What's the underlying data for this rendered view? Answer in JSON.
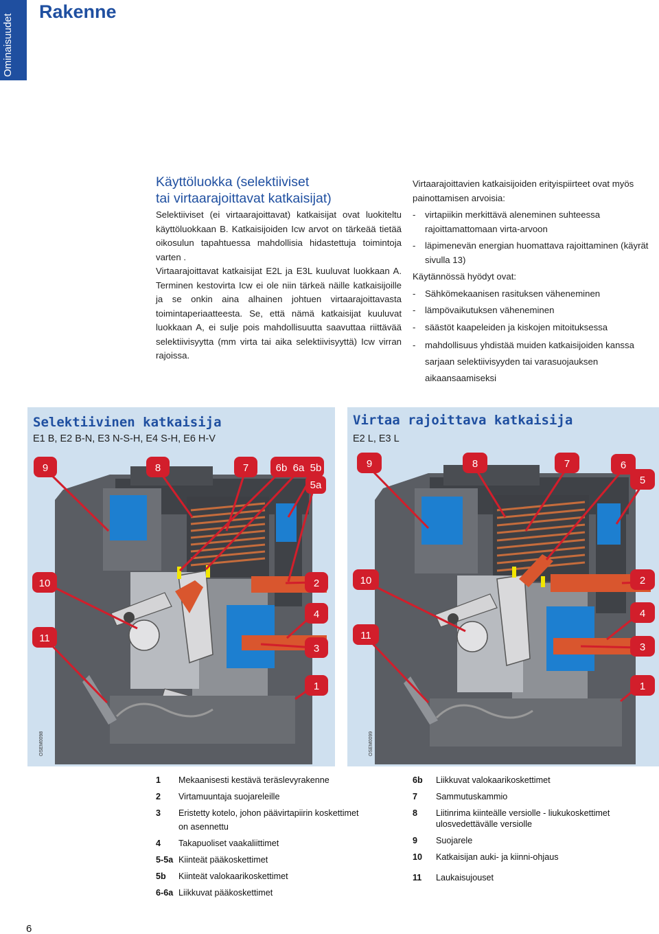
{
  "side_tab": "Ominaisuudet",
  "page_title": "Rakenne",
  "left_col": {
    "heading": [
      "Käyttöluokka (selektiiviset",
      "tai virtaarajoittavat katkaisijat)"
    ],
    "p1": "Selektiiviset (ei virtaarajoittavat) katkaisijat ovat luokiteltu käyttöluokkaan B. Katkaisijoiden Icw arvot on tärkeää tietää oikosulun tapahtuessa mahdollisia hidastettuja toimintoja varten .",
    "p2": "Virtaarajoittavat katkaisijat E2L ja E3L kuuluvat luokkaan A. Terminen kestovirta Icw ei ole niin tärkeä näille katkaisijoille ja se onkin aina alhainen johtuen virtaarajoittavasta toimintaperiaatteesta. Se, että nämä katkaisijat kuuluvat luokkaan A, ei sulje pois mahdollisuutta saavuttaa riittävää selektiivisyytta (mm virta tai aika selektiivisyyttä) Icw virran rajoissa."
  },
  "right_col": {
    "intro": "Virtaarajoittavien katkaisijoiden erityispiirteet ovat myös painottamisen arvoisia:",
    "list1": [
      "virtapiikin merkittävä aleneminen suhteessa rajoittamattomaan virta-arvoon",
      "läpimenevän energian huomattava rajoittaminen (käyrät sivulla 13)"
    ],
    "mid": "Käytännössä hyödyt ovat:",
    "list2": [
      "Sähkömekaanisen rasituksen väheneminen",
      "lämpövaikutuksen väheneminen",
      "säästöt kaapeleiden ja kiskojen mitoituksessa",
      "mahdollisuus yhdistää muiden katkaisijoiden kanssa sarjaan selektiivisyyden tai varasuojauksen aikaansaamiseksi"
    ]
  },
  "panel_left": {
    "title": "Selektiivinen katkaisija",
    "subtitle": "E1 B, E2 B-N, E3 N-S-H, E4 S-H, E6 H-V",
    "code": "OSEM0098",
    "labels": [
      "9",
      "8",
      "7",
      "6b",
      "6a",
      "5b",
      "5a",
      "10",
      "11",
      "2",
      "4",
      "3",
      "1"
    ]
  },
  "panel_right": {
    "title": "Virtaa rajoittava katkaisija",
    "subtitle": "E2 L, E3 L",
    "code": "OSEM0099",
    "labels": [
      "9",
      "8",
      "7",
      "6",
      "5",
      "10",
      "11",
      "2",
      "4",
      "3",
      "1"
    ]
  },
  "legend_left": [
    {
      "k": "1",
      "v": "Mekaanisesti kestävä teräslevyrakenne"
    },
    {
      "k": "2",
      "v": "Virtamuuntaja suojareleille"
    },
    {
      "k": "3",
      "v": "Eristetty kotelo, johon päävirtapiirin koskettimet",
      "cont": "on asennettu"
    },
    {
      "k": "4",
      "v": "Takapuoliset vaakaliittimet"
    },
    {
      "k": "5-5a",
      "v": "Kiinteät pääkoskettimet"
    },
    {
      "k": "5b",
      "v": "Kiinteät valokaarikoskettimet"
    },
    {
      "k": "6-6a",
      "v": "Liikkuvat pääkoskettimet"
    }
  ],
  "legend_right": [
    {
      "k": "6b",
      "v": "Liikkuvat valokaarikoskettimet"
    },
    {
      "k": "7",
      "v": "Sammutuskammio"
    },
    {
      "k": "8",
      "v": "Liitinrima kiinteälle versiolle - liukukoskettimet ulosvedettävälle versiolle"
    },
    {
      "k": "9",
      "v": "Suojarele"
    },
    {
      "k": "10",
      "v": "Katkaisijan auki- ja kiinni-ohjaus"
    },
    {
      "k": "11",
      "v": "Laukaisujouset"
    }
  ],
  "page_number": "6",
  "colors": {
    "brand_blue": "#1f4fa0",
    "panel_bg": "#cfe0ef",
    "marker_red": "#d21e2b",
    "contact_orange": "#d9562e",
    "window_blue": "#1d7fd0"
  }
}
